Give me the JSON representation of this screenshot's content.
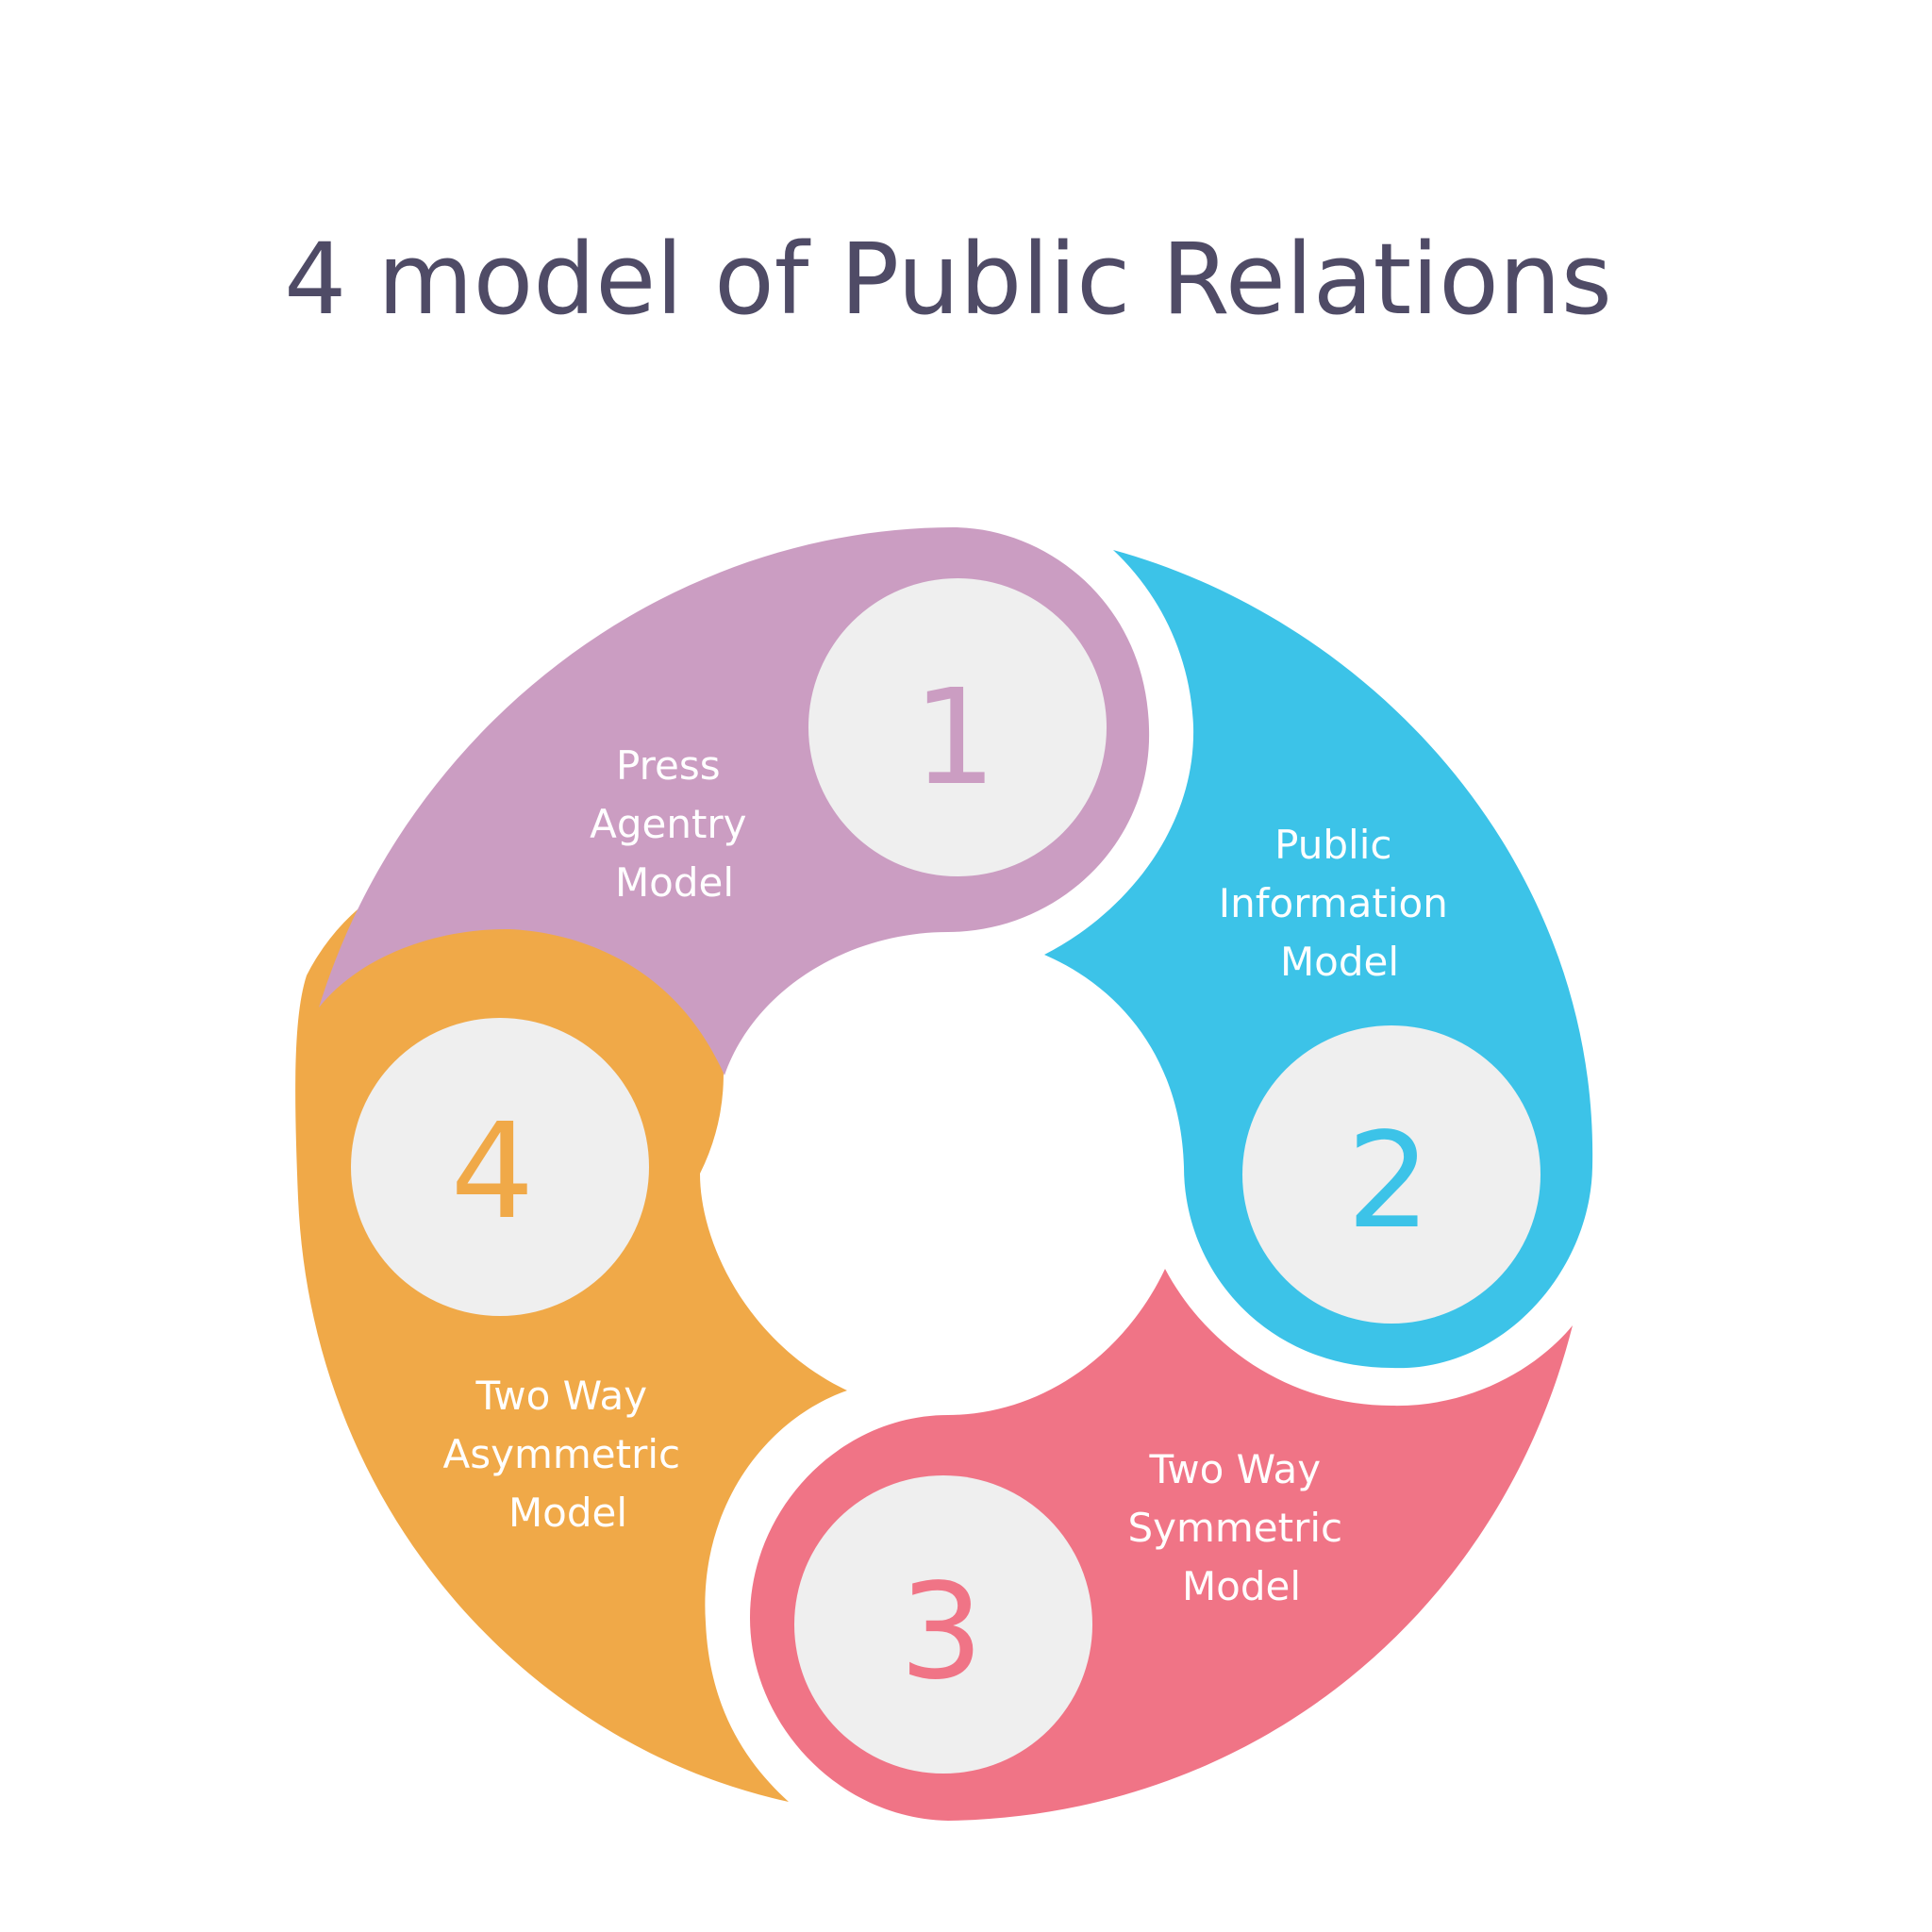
{
  "title": "4 model of Public Relations",
  "colors": {
    "title": "#4f4b66",
    "badge": "#efefef",
    "label": "#ffffff"
  },
  "segments": [
    {
      "number": "1",
      "label_lines": [
        "Press",
        "Agentry",
        "Model"
      ],
      "color": "#cb9dc2"
    },
    {
      "number": "2",
      "label_lines": [
        "Public",
        "Information",
        "Model"
      ],
      "color": "#3cc3e8"
    },
    {
      "number": "3",
      "label_lines": [
        "Two Way",
        "Symmetric",
        "Model"
      ],
      "color": "#f07486"
    },
    {
      "number": "4",
      "label_lines": [
        "Two Way",
        "Asymmetric",
        "Model"
      ],
      "color": "#f0a948"
    }
  ]
}
